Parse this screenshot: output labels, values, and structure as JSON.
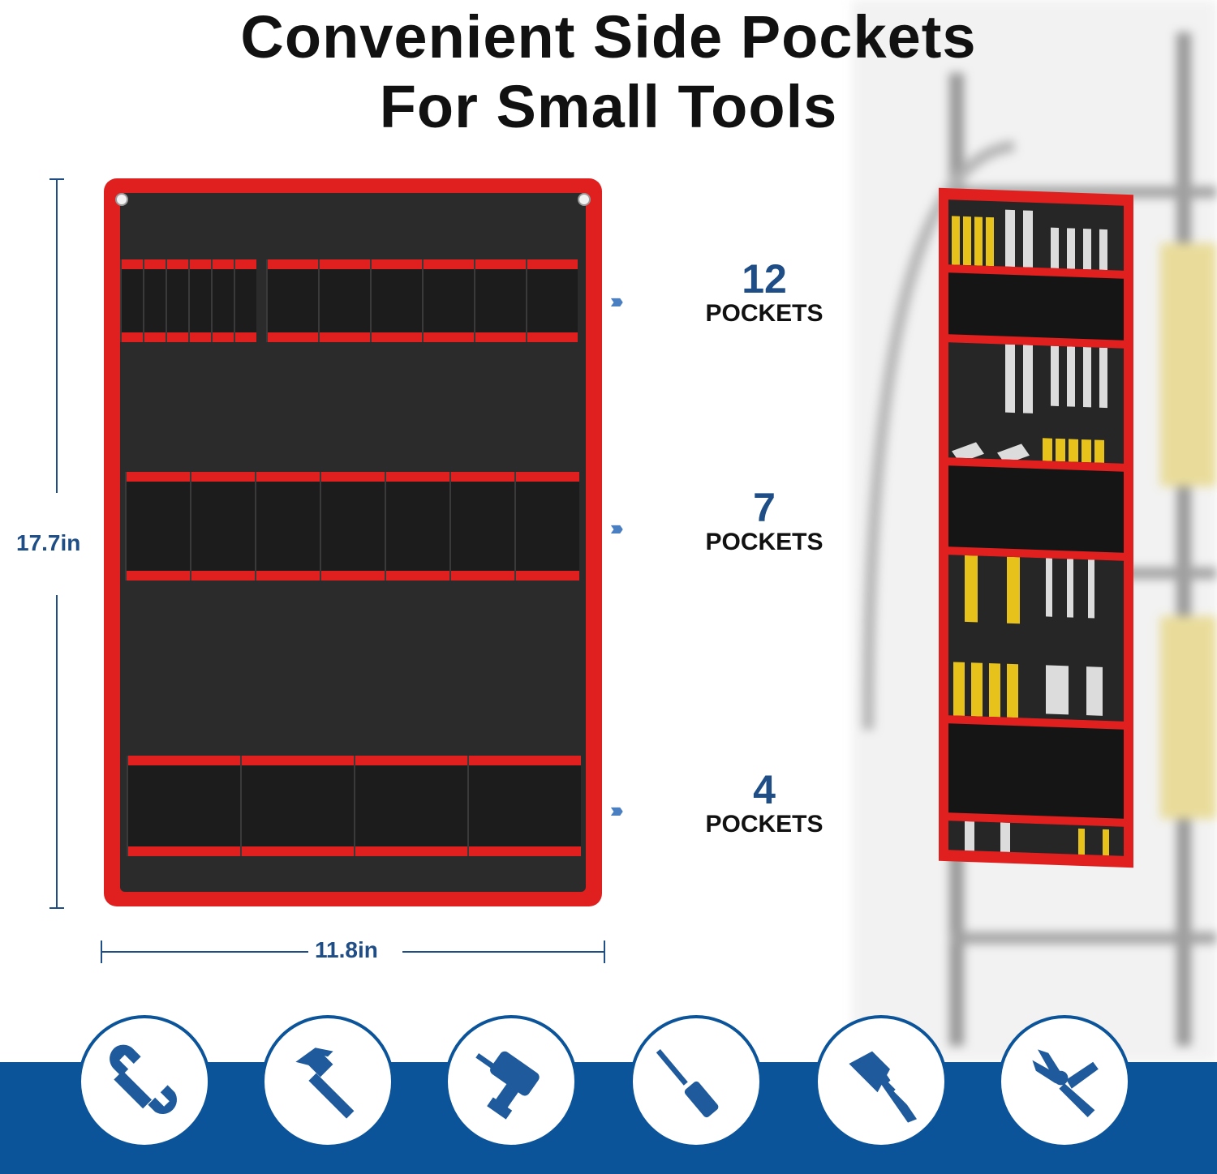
{
  "title": {
    "line1": "Convenient Side Pockets",
    "line2": "For Small Tools"
  },
  "dimensions": {
    "height": "17.7in",
    "width": "11.8in"
  },
  "pocket_rows": [
    {
      "number": "12",
      "label": "POCKETS"
    },
    {
      "number": "7",
      "label": "POCKETS"
    },
    {
      "number": "4",
      "label": "POCKETS"
    }
  ],
  "arrow_glyph": "››››",
  "colors": {
    "accent_red": "#e0201f",
    "brand_blue": "#0c5499",
    "text_blue": "#1f4e86",
    "fabric": "#2b2b2b"
  },
  "tool_icons": [
    "wrench-icon",
    "hammer-icon",
    "drill-icon",
    "screwdriver-icon",
    "screw-icon",
    "pliers-icon"
  ]
}
